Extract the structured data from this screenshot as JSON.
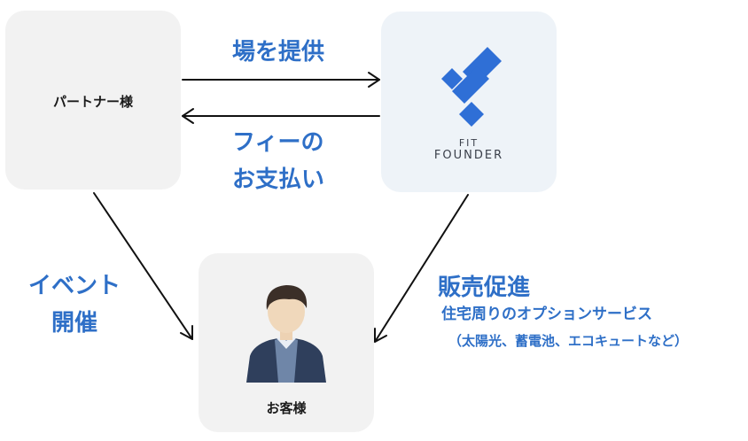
{
  "nodes": {
    "partner": {
      "label": "パートナー様"
    },
    "fit_founder": {
      "logo_line1": "FIT",
      "logo_line2": "FOUNDER",
      "logo_color": "#2f6fd6"
    },
    "customer": {
      "label": "お客様"
    }
  },
  "edges": {
    "provide": {
      "label": "場を提供"
    },
    "fee": {
      "line1": "フィーの",
      "line2": "お支払い"
    },
    "event": {
      "line1": "イベント",
      "line2": "開催"
    },
    "promotion": {
      "title": "販売促進",
      "line1": "住宅周りのオプションサービス",
      "line2": "（太陽光、蓄電池、エコキュートなど）"
    }
  },
  "colors": {
    "accent": "#2e6fc7",
    "box_gray": "#f2f2f2",
    "box_blue": "#eef3f8"
  }
}
